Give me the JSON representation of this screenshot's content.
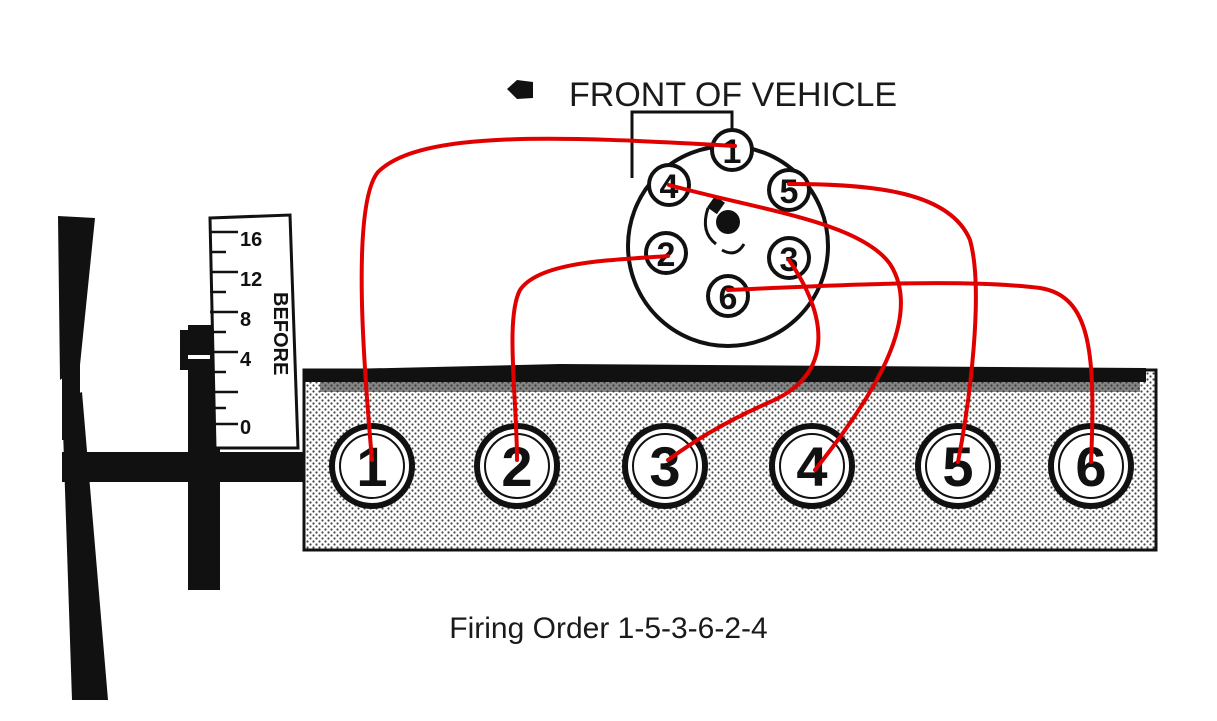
{
  "front_label": "FRONT OF VEHICLE",
  "caption": "Firing Order 1-5-3-6-2-4",
  "timing_scale": {
    "marks": [
      "16",
      "12",
      "8",
      "4",
      "0"
    ],
    "side_label": "BEFORE"
  },
  "distributor_terminals": [
    "1",
    "4",
    "5",
    "2",
    "3",
    "6"
  ],
  "cylinders": [
    "1",
    "2",
    "3",
    "4",
    "5",
    "6"
  ],
  "colors": {
    "wire": "#e00000",
    "ink": "#111111"
  }
}
